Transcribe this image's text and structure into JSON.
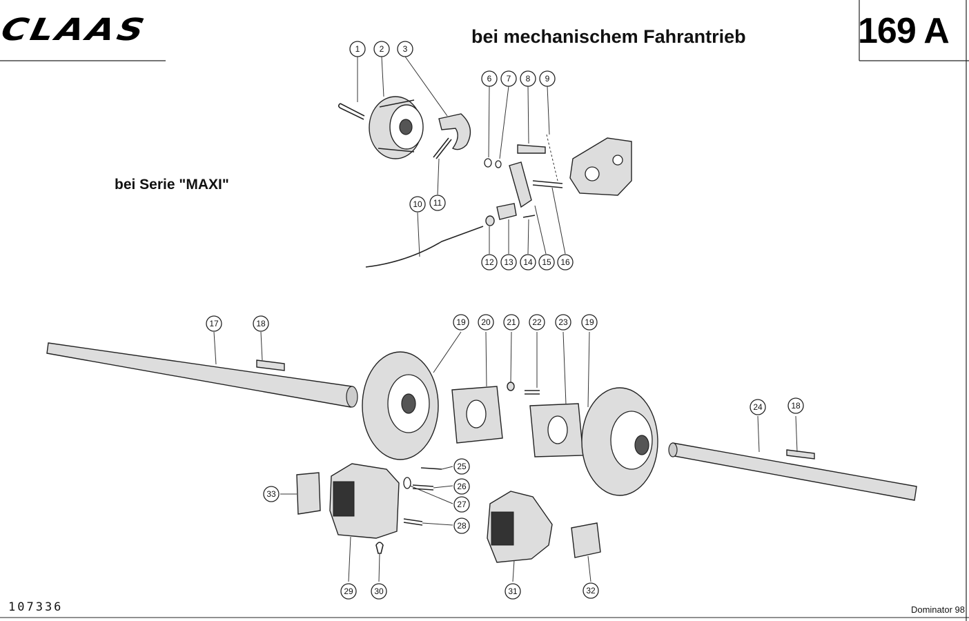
{
  "header": {
    "brand": "CLAAS",
    "title": "bei mechanischem Fahrantrieb",
    "page_number": "169 A"
  },
  "variant_label": "bei Serie \"MAXI\"",
  "footer": {
    "drawing_number": "107336",
    "model": "Dominator 98"
  },
  "callouts": [
    "1",
    "2",
    "3",
    "6",
    "7",
    "8",
    "9",
    "10",
    "11",
    "12",
    "13",
    "14",
    "15",
    "16",
    "17",
    "18",
    "19",
    "20",
    "21",
    "22",
    "23",
    "19",
    "24",
    "18",
    "25",
    "26",
    "27",
    "28",
    "29",
    "30",
    "31",
    "32",
    "33"
  ]
}
